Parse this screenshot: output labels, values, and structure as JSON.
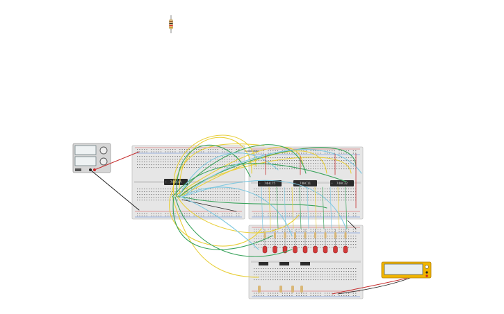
{
  "workspace": {
    "background": "#ffffff"
  },
  "colors": {
    "breadboard": "#e6e6e6",
    "breadboard_hole": "#6b6b6b",
    "rail_red": "#d84a4a",
    "rail_blue": "#4a7ad8",
    "chip": "#2b2b2b",
    "wire_yellow": "#e8cf3a",
    "wire_green": "#3aa35c",
    "wire_cyan": "#7fc8e0",
    "wire_black": "#222222",
    "wire_red": "#c63030",
    "led_red": "#d23a3a",
    "multimeter_body": "#f0b400",
    "power_supply_body": "#d6d6d6"
  },
  "chips": [
    {
      "id": "chip-main",
      "label": "74HC4A"
    },
    {
      "id": "chip-2",
      "label": "74HC75"
    },
    {
      "id": "chip-3",
      "label": "74HC11"
    },
    {
      "id": "chip-4",
      "label": "74HC32"
    }
  ],
  "components": {
    "resistor_loose": "resistor",
    "power_supply": "dc power supply",
    "multimeter": "multimeter",
    "leds_count": 9
  }
}
